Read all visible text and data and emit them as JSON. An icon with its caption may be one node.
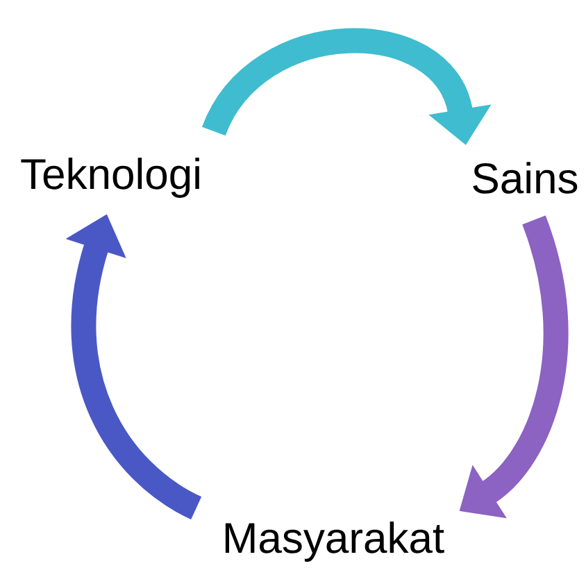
{
  "diagram": {
    "nodes": [
      {
        "text": [
          "Teknologi"
        ]
      },
      {
        "text": [
          "Sains"
        ]
      },
      {
        "text": [
          "Masyarakat"
        ]
      }
    ],
    "edges": [
      {
        "from": 0,
        "to": 1,
        "arrow": "to",
        "color": "#3fbccf"
      },
      {
        "from": 1,
        "to": 2,
        "arrow": "to",
        "color": "#8c62c2"
      },
      {
        "from": 2,
        "to": 0,
        "arrow": "to",
        "color": "#4a58c6"
      }
    ]
  }
}
